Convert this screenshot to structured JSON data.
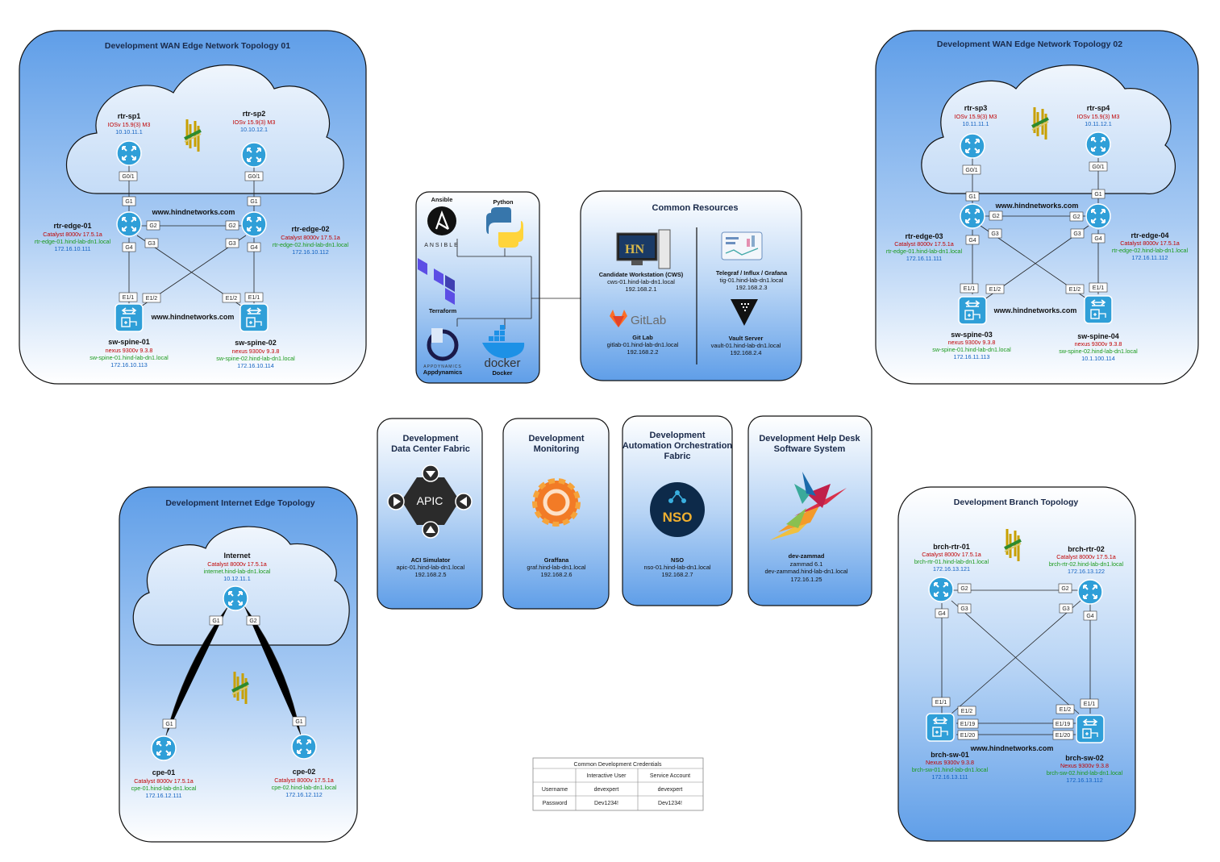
{
  "wan1": {
    "title": "Development WAN Edge Network Topology 01",
    "url_top": "www.hindnetworks.com",
    "url_bottom": "www.hindnetworks.com",
    "rtr_sp1": {
      "name": "rtr-sp1",
      "model": "IOSv 15.9(3) M3",
      "ip": "10.10.11.1"
    },
    "rtr_sp2": {
      "name": "rtr-sp2",
      "model": "IOSv 15.9(3) M3",
      "ip": "10.10.12.1"
    },
    "rtr_edge_01": {
      "name": "rtr-edge-01",
      "model": "Catalyst 8000v 17.5.1a",
      "fqdn": "rtr-edge-01.hind-lab-dn1.local",
      "ip": "172.16.10.111"
    },
    "rtr_edge_02": {
      "name": "rtr-edge-02",
      "model": "Catalyst 8000v 17.5.1a",
      "fqdn": "rtr-edge-02.hind-lab-dn1.local",
      "ip": "172.16.10.112"
    },
    "sw_spine_01": {
      "name": "sw-spine-01",
      "model": "nexus 9300v 9.3.8",
      "fqdn": "sw-spine-01.hind-lab-dn1.local",
      "ip": "172.16.10.113"
    },
    "sw_spine_02": {
      "name": "sw-spine-02",
      "model": "nexus 9300v 9.3.8",
      "fqdn": "sw-spine-02.hind-lab-dn1.local",
      "ip": "172.16.10.114"
    },
    "ports": {
      "g01": "G0/1",
      "g1": "G1",
      "g2": "G2",
      "g3": "G3",
      "g4": "G4",
      "e11": "E1/1",
      "e12": "E1/2"
    }
  },
  "wan2": {
    "title": "Development WAN Edge Network Topology 02",
    "url_top": "www.hindnetworks.com",
    "url_bottom": "www.hindnetworks.com",
    "rtr_sp3": {
      "name": "rtr-sp3",
      "model": "IOSv 15.9(3) M3",
      "ip": "10.11.11.1"
    },
    "rtr_sp4": {
      "name": "rtr-sp4",
      "model": "IOSv 15.9(3) M3",
      "ip": "10.11.12.1"
    },
    "rtr_edge_03": {
      "name": "rtr-edge-03",
      "model": "Catalyst 8000v 17.5.1a",
      "fqdn": "rtr-edge-01.hind-lab-dn1.local",
      "ip": "172.16.11.111"
    },
    "rtr_edge_04": {
      "name": "rtr-edge-04",
      "model": "Catalyst 8000v 17.5.1a",
      "fqdn": "rtr-edge-02.hind-lab-dn1.local",
      "ip": "172.16.11.112"
    },
    "sw_spine_03": {
      "name": "sw-spine-03",
      "model": "nexus 9300v 9.3.8",
      "fqdn": "sw-spine-01.hind-lab-dn1.local",
      "ip": "172.16.11.113"
    },
    "sw_spine_04": {
      "name": "sw-spine-04",
      "model": "nexus 9300v 9.3.8",
      "fqdn": "sw-spine-02.hind-lab-dn1.local",
      "ip": "10.1.100.114"
    }
  },
  "tools": {
    "ansible": "Ansible",
    "ansible_logo": "ANSIBLE",
    "python": "Python",
    "terraform": "Terraform",
    "appdynamics": "Appdynamics",
    "appd_logo": "APPDYNAMICS",
    "docker_logo": "docker",
    "docker": "Docker"
  },
  "common": {
    "title": "Common Resources",
    "cws": {
      "name": "Candidate Workstation (CWS)",
      "fqdn": "cws-01.hind-lab-dn1.local",
      "ip": "192.168.2.1"
    },
    "tig": {
      "name": "Telegraf / Influx / Grafana",
      "fqdn": "tig-01.hind-lab-dn1.local",
      "ip": "192.168.2.3"
    },
    "gitlab_logo": "GitLab",
    "gitlab": {
      "name": "Git Lab",
      "fqdn": "gitlab-01.hind-lab-dn1.local",
      "ip": "192.168.2.2"
    },
    "vault": {
      "name": "Vault Server",
      "fqdn": "vault-01.hind-lab-dn1.local",
      "ip": "192.168.2.4"
    }
  },
  "services": {
    "dc": {
      "title1": "Development",
      "title2": "Data Center Fabric",
      "logo": "APIC",
      "name": "ACI Simulator",
      "fqdn": "apic-01.hind-lab-dn1.local",
      "ip": "192.168.2.5"
    },
    "mon": {
      "title1": "Development",
      "title2": "Monitoring",
      "name": "Graffana",
      "fqdn": "graf.hind-lab-dn1.local",
      "ip": "192.168.2.6"
    },
    "nso": {
      "title1": "Development",
      "title2": "Automation Orchestration",
      "title3": "Fabric",
      "logo": "NSO",
      "name": "NSO",
      "fqdn": "nso-01.hind-lab-dn1.local",
      "ip": "192.168.2.7"
    },
    "help": {
      "title1": "Development Help Desk",
      "title2": "Software System",
      "name": "dev-zammad",
      "version": "zammad 6.1",
      "fqdn": "dev-zammad.hind-lab-dn1.local",
      "ip": "172.16.1.25"
    }
  },
  "internet": {
    "title": "Development Internet Edge Topology",
    "inet": {
      "name": "Internet",
      "model": "Catalyst 8000v 17.5.1a",
      "fqdn": "internet.hind-lab-dn1.local",
      "ip": "10.12.11.1"
    },
    "cpe01": {
      "name": "cpe-01",
      "model": "Catalyst 8000v 17.5.1a",
      "fqdn": "cpe-01.hind-lab-dn1.local",
      "ip": "172.16.12.111"
    },
    "cpe02": {
      "name": "cpe-02",
      "model": "Catalyst 8000v 17.5.1a",
      "fqdn": "cpe-02.hind-lab-dn1.local",
      "ip": "172.16.12.112"
    }
  },
  "branch": {
    "title": "Development Branch Topology",
    "url": "www.hindnetworks.com",
    "rtr01": {
      "name": "brch-rtr-01",
      "model": "Catalyst 8000v 17.5.1a",
      "fqdn": "brch-rtr-01.hind-lab-dn1.local",
      "ip": "172.16.13.121"
    },
    "rtr02": {
      "name": "brch-rtr-02",
      "model": "Catalyst 8000v 17.5.1a",
      "fqdn": "brch-rtr-02.hind-lab-dn1.local",
      "ip": "172.16.13.122"
    },
    "sw01": {
      "name": "brch-sw-01",
      "model": "Nexus 9300v 9.3.8",
      "fqdn": "brch-sw-01.hind-lab-dn1.local",
      "ip": "172.16.13.111"
    },
    "sw02": {
      "name": "brch-sw-02",
      "model": "Nexus 9300v 9.3.8",
      "fqdn": "brch-sw-02.hind-lab-dn1.local",
      "ip": "172.16.13.112"
    },
    "ports": {
      "e119": "E1/19",
      "e120": "E1/20"
    }
  },
  "creds": {
    "title": "Common Development Credentials",
    "col1": "Interactive User",
    "col2": "Service Account",
    "row1": "Username",
    "row2": "Password",
    "user1": "devexpert",
    "user2": "devexpert",
    "pass1": "Dev1234!",
    "pass2": "Dev1234!"
  },
  "colors": {
    "panel_top": "#5f9ee8",
    "panel_bottom": "#ffffff",
    "router": "#2f9fd8",
    "link": "#222222",
    "red": "#c00000",
    "green": "#1a9a1a",
    "blue": "#1060c0"
  }
}
